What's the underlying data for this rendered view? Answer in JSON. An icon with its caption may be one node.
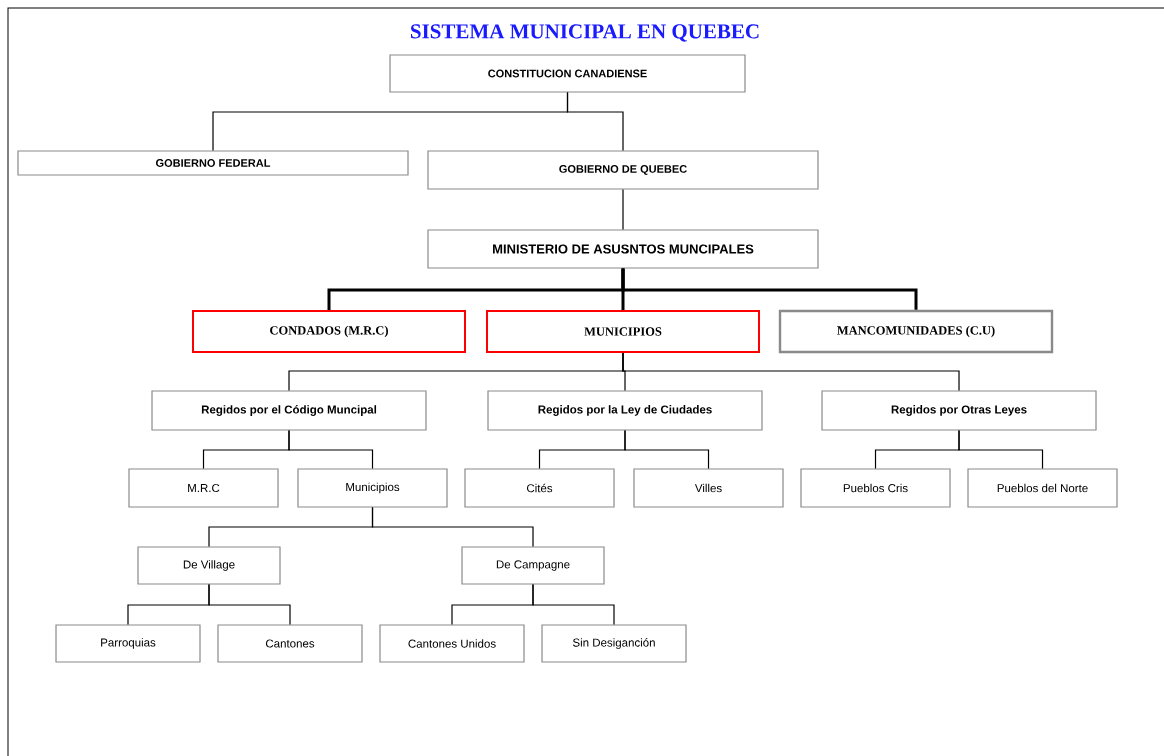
{
  "diagram": {
    "title": "SISTEMA MUNICIPAL EN QUEBEC",
    "nodes": [
      {
        "text": [
          "CONSTITUCION CANADIENSE"
        ]
      },
      {
        "text": [
          "GOBIERNO FEDERAL"
        ]
      },
      {
        "text": [
          "GOBIERNO DE QUEBEC"
        ]
      },
      {
        "text": [
          "MINISTERIO DE ASUSNTOS MUNCIPALES"
        ]
      },
      {
        "text": [
          "CONDADOS (M.R.C)"
        ]
      },
      {
        "text": [
          "MUNICIPIOS"
        ]
      },
      {
        "text": [
          "MANCOMUNIDADES (C.U)"
        ]
      },
      {
        "text": [
          "Regidos por el Código Muncipal"
        ]
      },
      {
        "text": [
          "Regidos por la Ley de Ciudades"
        ]
      },
      {
        "text": [
          "Regidos por Otras Leyes"
        ]
      },
      {
        "text": [
          "M.R.C"
        ]
      },
      {
        "text": [
          "Municipios"
        ]
      },
      {
        "text": [
          "Cités"
        ]
      },
      {
        "text": [
          "Villes"
        ]
      },
      {
        "text": [
          "Pueblos Cris"
        ]
      },
      {
        "text": [
          "Pueblos del Norte"
        ]
      },
      {
        "text": [
          "De Village"
        ]
      },
      {
        "text": [
          "De Campagne"
        ]
      },
      {
        "text": [
          "Parroquias"
        ]
      },
      {
        "text": [
          "Cantones"
        ]
      },
      {
        "text": [
          "Cantones Unidos"
        ]
      },
      {
        "text": [
          "Sin Desiganción"
        ]
      }
    ],
    "edges": [
      {
        "from": 0,
        "to": 1,
        "arrow": "none"
      },
      {
        "from": 0,
        "to": 2,
        "arrow": "none"
      },
      {
        "from": 2,
        "to": 3,
        "arrow": "none"
      },
      {
        "from": 3,
        "to": 4,
        "arrow": "none",
        "style": "thick"
      },
      {
        "from": 3,
        "to": 5,
        "arrow": "none",
        "style": "thick"
      },
      {
        "from": 3,
        "to": 6,
        "arrow": "none",
        "style": "thick"
      },
      {
        "from": 5,
        "to": 7,
        "arrow": "none"
      },
      {
        "from": 5,
        "to": 8,
        "arrow": "none"
      },
      {
        "from": 5,
        "to": 9,
        "arrow": "none"
      },
      {
        "from": 7,
        "to": 10,
        "arrow": "none"
      },
      {
        "from": 7,
        "to": 11,
        "arrow": "none"
      },
      {
        "from": 8,
        "to": 12,
        "arrow": "none"
      },
      {
        "from": 8,
        "to": 13,
        "arrow": "none"
      },
      {
        "from": 9,
        "to": 14,
        "arrow": "none"
      },
      {
        "from": 9,
        "to": 15,
        "arrow": "none"
      },
      {
        "from": 11,
        "to": 16,
        "arrow": "none"
      },
      {
        "from": 11,
        "to": 17,
        "arrow": "none"
      },
      {
        "from": 16,
        "to": 18,
        "arrow": "none"
      },
      {
        "from": 16,
        "to": 19,
        "arrow": "none"
      },
      {
        "from": 17,
        "to": 20,
        "arrow": "none"
      },
      {
        "from": 17,
        "to": 21,
        "arrow": "none"
      }
    ]
  }
}
